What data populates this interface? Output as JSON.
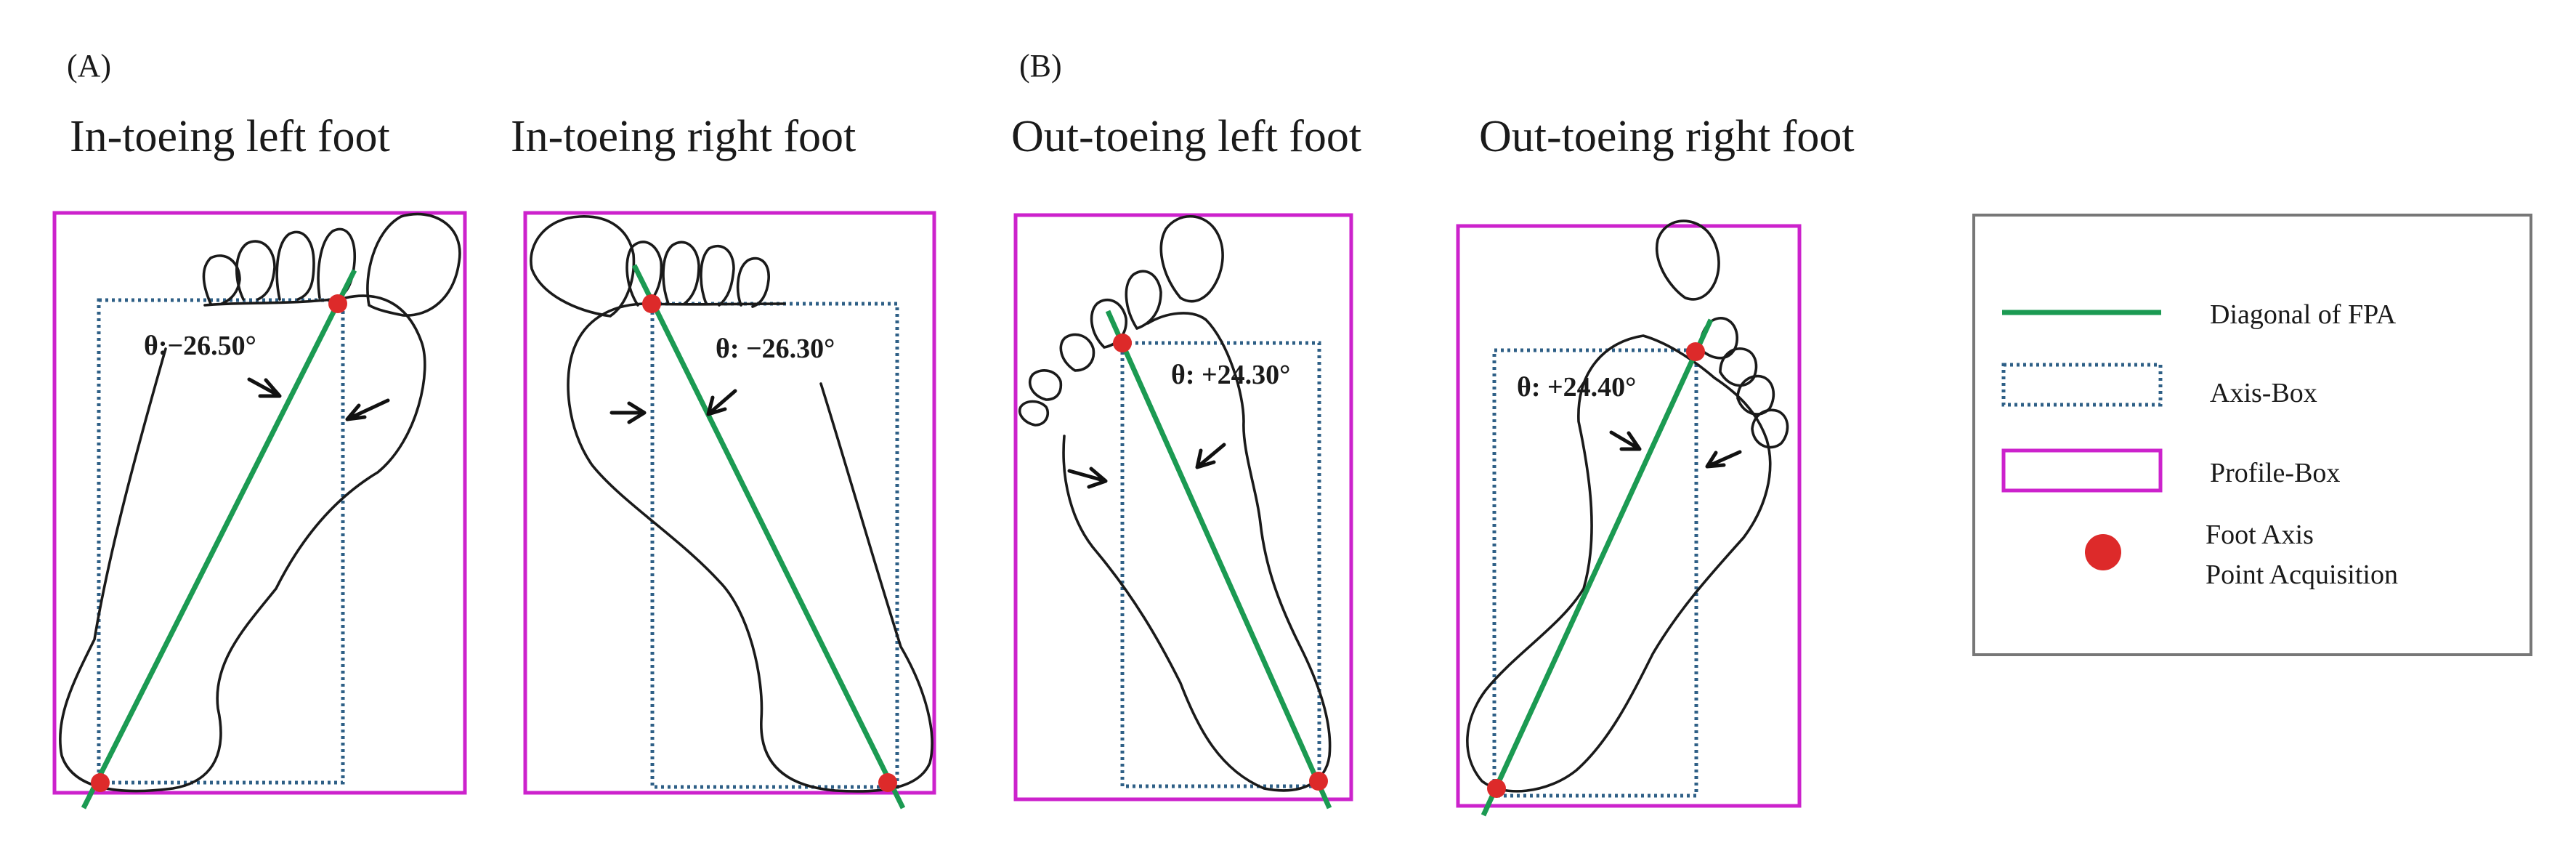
{
  "panels": [
    {
      "tag": "(A)",
      "feet": [
        {
          "title": "In-toeing left foot",
          "angle": "θ:−26.50°"
        },
        {
          "title": "In-toeing right foot",
          "angle": "θ: −26.30°"
        }
      ]
    },
    {
      "tag": "(B)",
      "feet": [
        {
          "title": "Out-toeing left foot",
          "angle": "θ: +24.30°"
        },
        {
          "title": "Out-toeing right foot",
          "angle": "θ: +24.40°"
        }
      ]
    }
  ],
  "legend": {
    "items": [
      {
        "label": "Diagonal of FPA",
        "color": "#1b9a52"
      },
      {
        "label": "Axis-Box",
        "color": "#2e5f86"
      },
      {
        "label": "Profile-Box",
        "color": "#cc22cc"
      },
      {
        "label": "Foot Axis",
        "label2": "Point Acquisition",
        "color": "#dd2a2a"
      }
    ]
  },
  "colors": {
    "diagonal": "#1b9a52",
    "axis_box": "#2e5f86",
    "profile_box": "#cc22cc",
    "point": "#dd2a2a"
  }
}
